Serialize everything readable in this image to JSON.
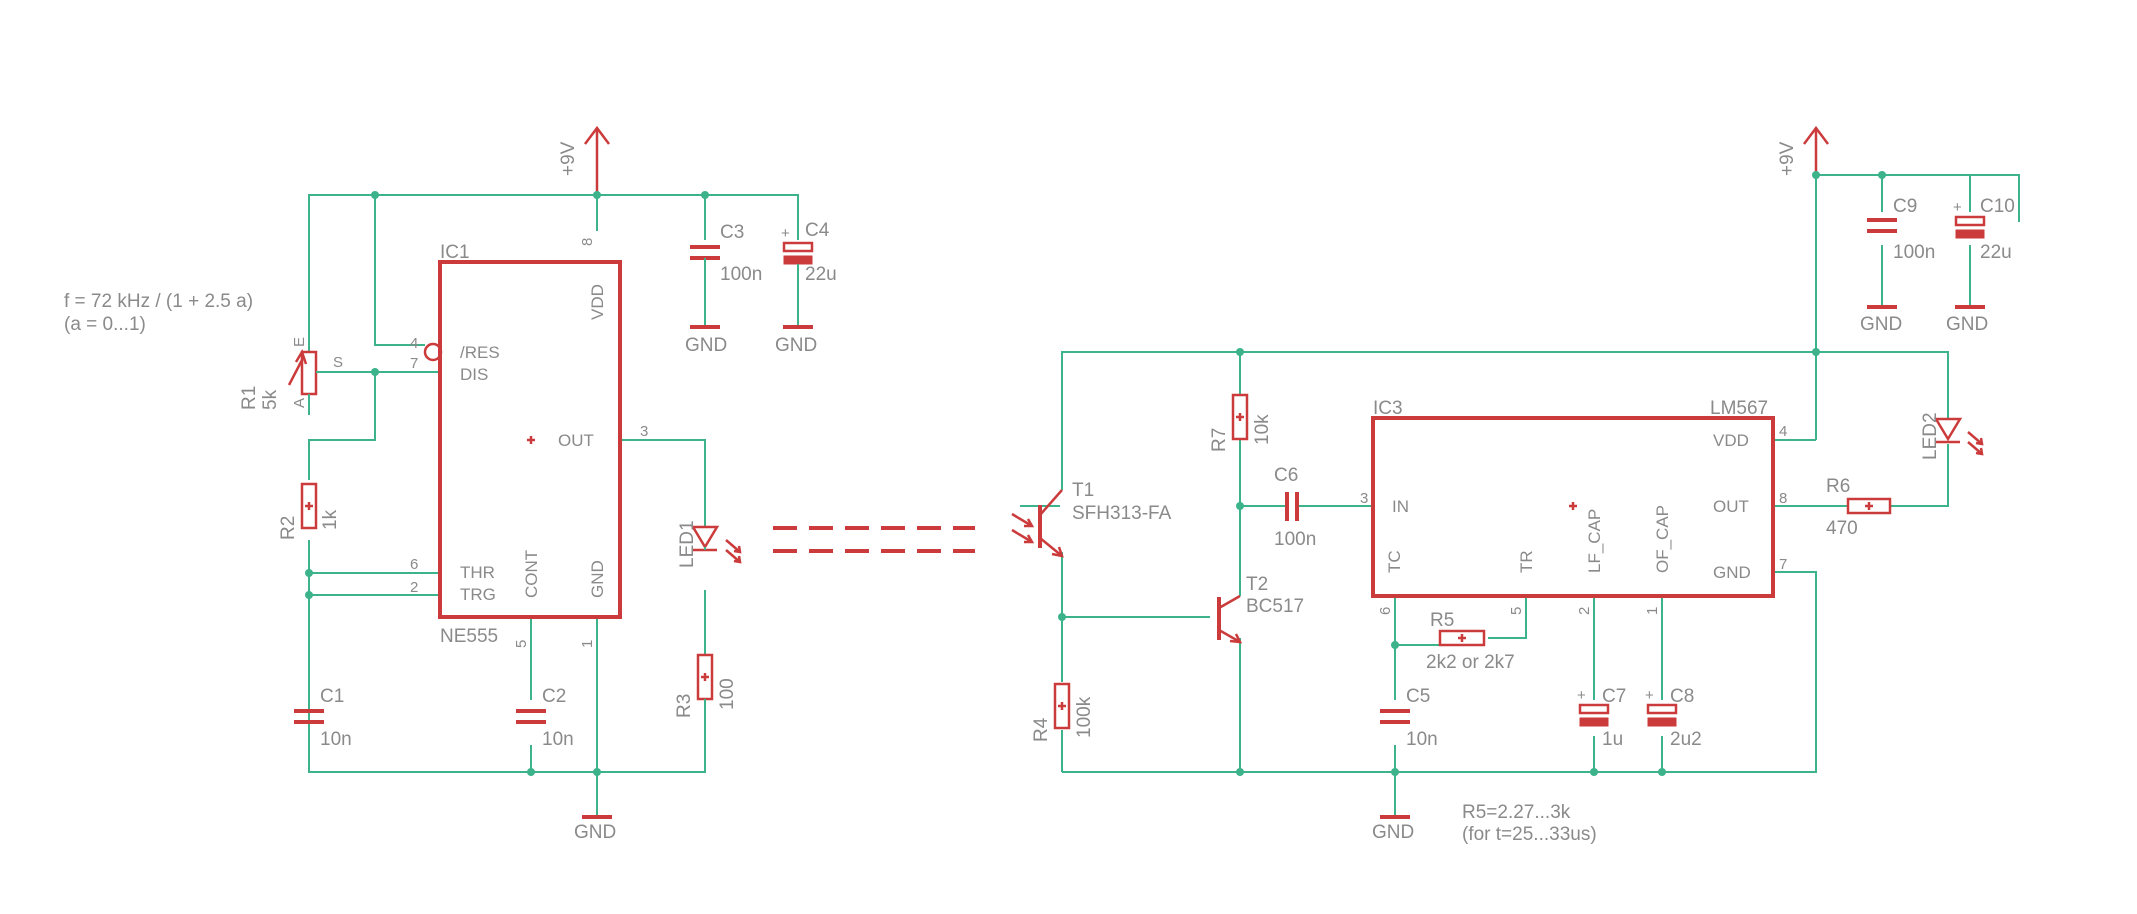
{
  "colors": {
    "wire": "#3cb38a",
    "part": "#cc3b3b",
    "text": "#8a8a8a",
    "background": "#ffffff"
  },
  "left": {
    "supply": "+9V",
    "formula": "f = 72 kHz / (1 + 2.5 a)",
    "formula_range": "(a = 0...1)",
    "ic1": {
      "name": "IC1",
      "value": "NE555",
      "pins": {
        "res": "/RES",
        "dis": "DIS",
        "out": "OUT",
        "vdd": "VDD",
        "thr": "THR",
        "trg": "TRG",
        "cont": "CONT",
        "gnd": "GND"
      },
      "pin_numbers": {
        "p8": "8",
        "p4": "4",
        "p7": "7",
        "p3": "3",
        "p6": "6",
        "p2": "2",
        "p5": "5",
        "p1": "1"
      }
    },
    "r1": {
      "name": "R1",
      "value": "5k",
      "pin_a": "A",
      "pin_e": "E",
      "pin_s": "S"
    },
    "r2": {
      "name": "R2",
      "value": "1k"
    },
    "r3": {
      "name": "R3",
      "value": "100"
    },
    "c1": {
      "name": "C1",
      "value": "10n"
    },
    "c2": {
      "name": "C2",
      "value": "10n"
    },
    "c3": {
      "name": "C3",
      "value": "100n"
    },
    "c4": {
      "name": "C4",
      "value": "22u"
    },
    "led1": {
      "name": "LED1"
    },
    "gnd_labels": [
      "GND",
      "GND",
      "GND"
    ]
  },
  "right": {
    "supply": "+9V",
    "ic3": {
      "name": "IC3",
      "value": "LM567",
      "pins": {
        "in": "IN",
        "vdd": "VDD",
        "out": "OUT",
        "gnd": "GND",
        "tc": "TC",
        "tr": "TR",
        "lf_cap": "LF_CAP",
        "of_cap": "OF_CAP"
      },
      "pin_numbers": {
        "p3": "3",
        "p4": "4",
        "p8": "8",
        "p7": "7",
        "p6": "6",
        "p5": "5",
        "p2": "2",
        "p1": "1"
      }
    },
    "t1": {
      "name": "T1",
      "value": "SFH313-FA"
    },
    "t2": {
      "name": "T2",
      "value": "BC517"
    },
    "r4": {
      "name": "R4",
      "value": "100k"
    },
    "r5": {
      "name": "R5",
      "value": "2k2 or 2k7"
    },
    "r6": {
      "name": "R6",
      "value": "470"
    },
    "r7": {
      "name": "R7",
      "value": "10k"
    },
    "c5": {
      "name": "C5",
      "value": "10n"
    },
    "c6": {
      "name": "C6",
      "value": "100n"
    },
    "c7": {
      "name": "C7",
      "value": "1u"
    },
    "c8": {
      "name": "C8",
      "value": "2u2"
    },
    "c9": {
      "name": "C9",
      "value": "100n"
    },
    "c10": {
      "name": "C10",
      "value": "22u"
    },
    "led2": {
      "name": "LED2"
    },
    "note_line1": "R5=2.27...3k",
    "note_line2": "(for t=25...33us)",
    "gnd_labels": [
      "GND",
      "GND",
      "GND"
    ]
  }
}
